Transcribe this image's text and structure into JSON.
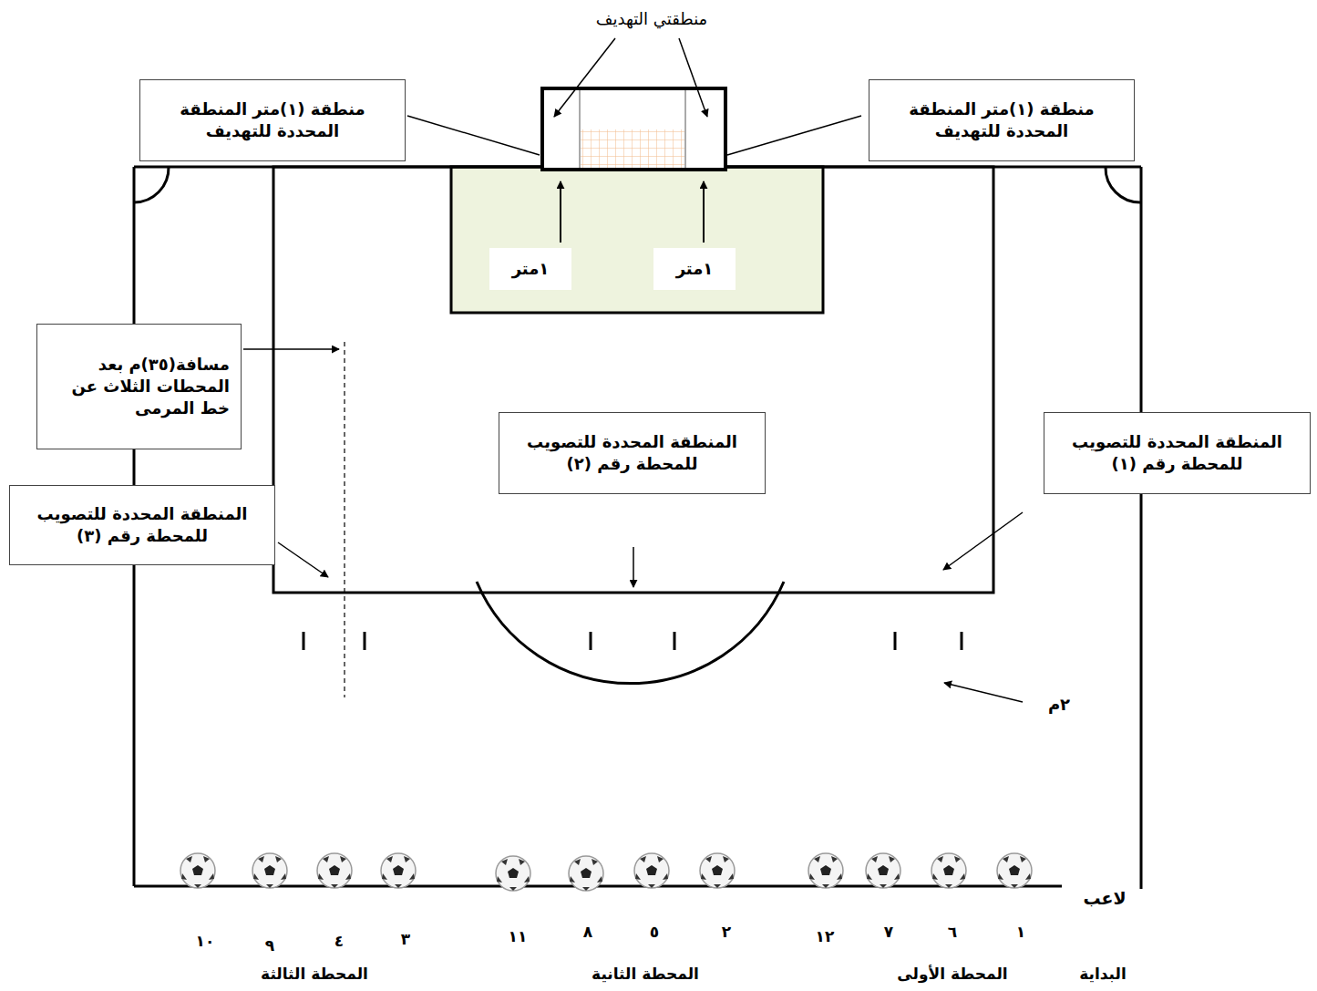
{
  "diagram": {
    "nodes": [
      {
        "text": [
          "منطقة (١)متر المنطقة المحددة للتهديف"
        ]
      },
      {
        "text": [
          "منطقة (١)متر المنطقة المحددة للتهديف"
        ]
      },
      {
        "text": [
          "١متر"
        ]
      },
      {
        "text": [
          "١متر"
        ]
      },
      {
        "text": [
          "مسافة(٣٥)م بعد المحطات الثلاث عن خط المرمى"
        ]
      },
      {
        "text": [
          "المنطقة المحددة للتصويب للمحطة رقم (٢)"
        ]
      },
      {
        "text": [
          "المنطقة المحددة للتصويب للمحطة رقم (١)"
        ]
      },
      {
        "text": [
          "المنطقة المحددة للتصويب للمحطة رقم (٣)"
        ]
      }
    ],
    "labels": [
      "منطقتي التهديف",
      "٢م",
      "لاعب",
      "١",
      "٦",
      "٧",
      "١٢",
      "٢",
      "٥",
      "٨",
      "١١",
      "٣",
      "٤",
      "٩",
      "١٠",
      "البداية",
      "المحطة الأولى",
      "المحطة الثانية",
      "المحطة الثالثة"
    ]
  }
}
